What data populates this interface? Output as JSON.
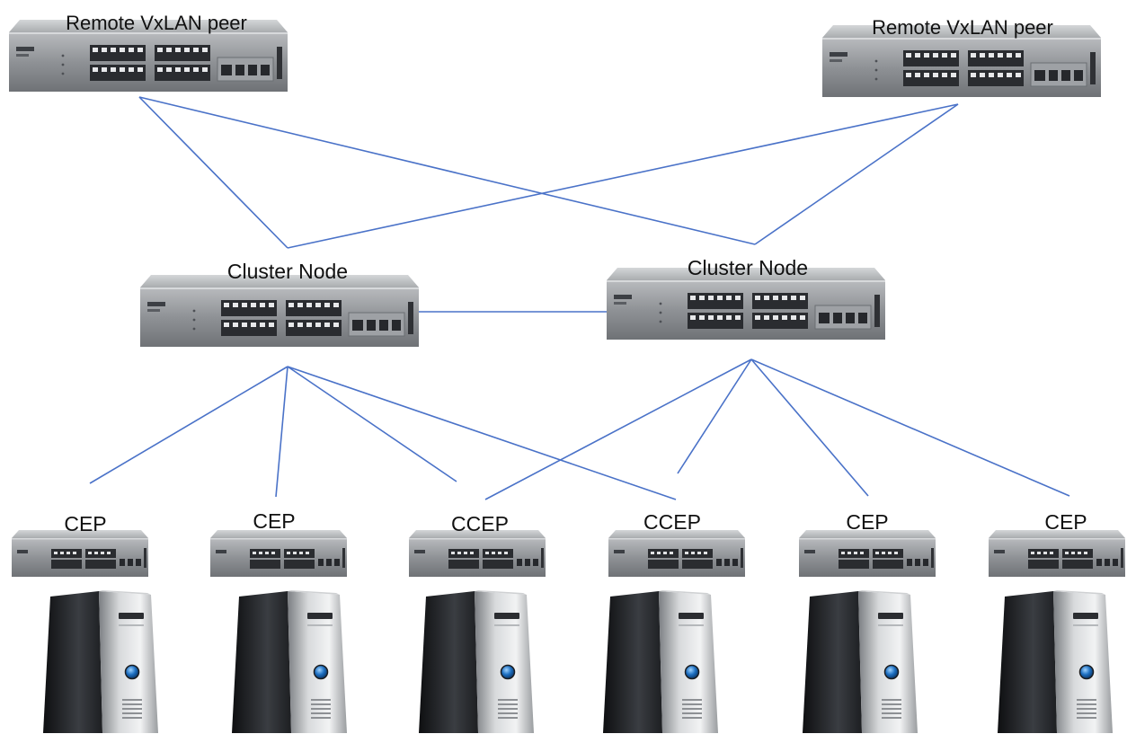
{
  "diagram": {
    "line_color": "#4a72c8",
    "remote_peers": [
      {
        "label": "Remote VxLAN peer"
      },
      {
        "label": "Remote VxLAN peer"
      }
    ],
    "cluster_nodes": [
      {
        "label": "Cluster Node"
      },
      {
        "label": "Cluster Node"
      }
    ],
    "edge_switches": [
      {
        "label": "CEP"
      },
      {
        "label": "CEP"
      },
      {
        "label": "CCEP"
      },
      {
        "label": "CCEP"
      },
      {
        "label": "CEP"
      },
      {
        "label": "CEP"
      }
    ],
    "servers": [
      {
        "icon": "server-tower-icon"
      },
      {
        "icon": "server-tower-icon"
      },
      {
        "icon": "server-tower-icon"
      },
      {
        "icon": "server-tower-icon"
      },
      {
        "icon": "server-tower-icon"
      },
      {
        "icon": "server-tower-icon"
      }
    ]
  }
}
